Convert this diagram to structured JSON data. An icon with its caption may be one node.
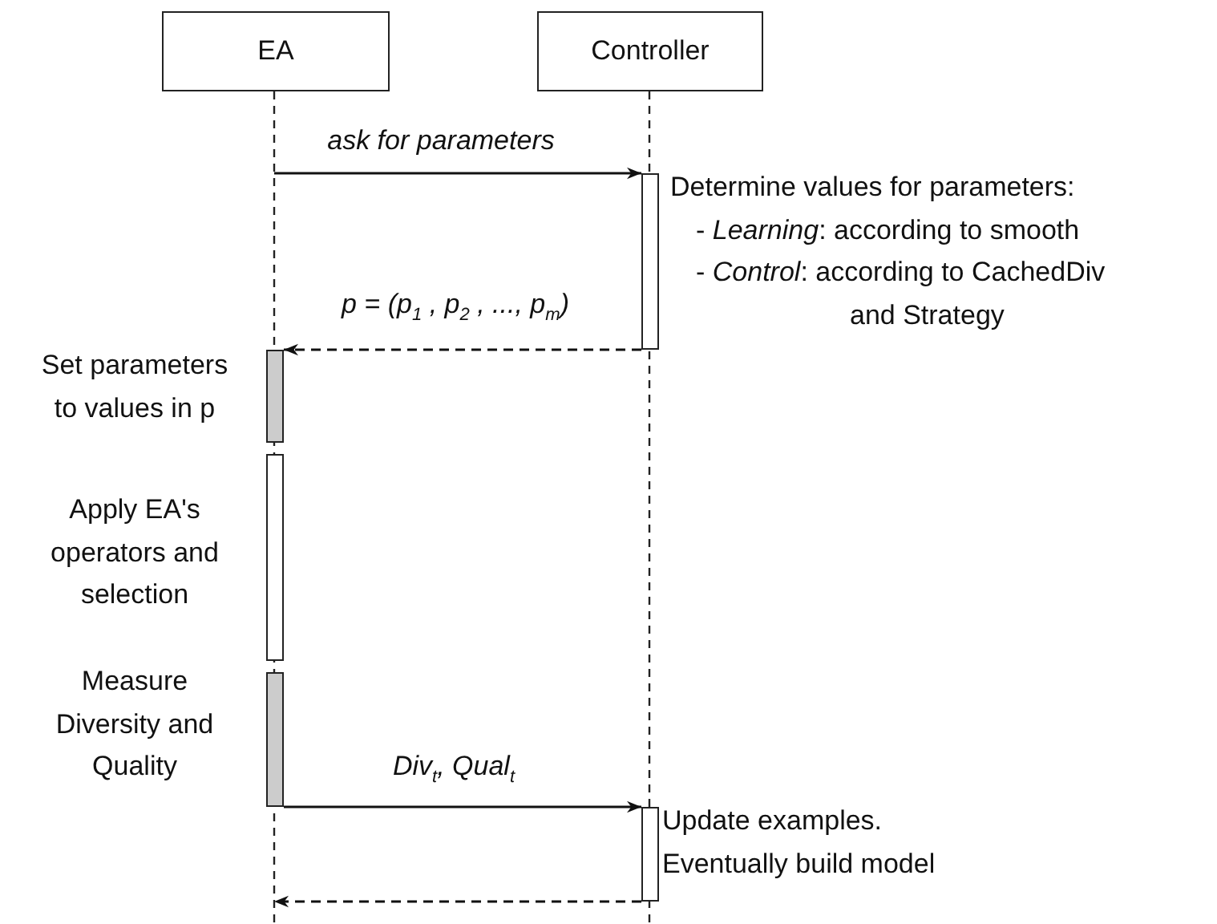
{
  "diagram": {
    "nodes": [
      {
        "text": [
          "EA"
        ]
      },
      {
        "text": [
          "Controller"
        ]
      },
      {
        "text": [],
        "shape": "bar",
        "beside": [
          "Determine values for parameters:",
          "- *Learning*: according to smooth",
          "- *Control*: according to CachedDiv and Strategy"
        ]
      },
      {
        "text": [],
        "shape": "bar",
        "beside": [
          "Set parameters to values in p"
        ]
      },
      {
        "text": [],
        "shape": "bar",
        "beside": [
          "Apply EA's operators and selection"
        ]
      },
      {
        "text": [],
        "shape": "bar",
        "beside": [
          "Measure Diversity and Quality"
        ]
      },
      {
        "text": [],
        "shape": "bar",
        "beside": [
          "Update examples. Eventually build model"
        ]
      }
    ],
    "edges": [
      {
        "from": null,
        "to": 2,
        "arrow": "to",
        "label": "ask for parameters"
      },
      {
        "from": 2,
        "to": 3,
        "arrow": "to",
        "style": "dashed",
        "label": "p = (p$_{1}$ , p$_{2}$ , ..., p$_{m}$)"
      },
      {
        "from": 5,
        "to": 6,
        "arrow": "to",
        "label": "Div$_{t}$, Qual$_{t}$"
      },
      {
        "from": 6,
        "to": null,
        "arrow": "to",
        "style": "dashed"
      }
    ]
  }
}
